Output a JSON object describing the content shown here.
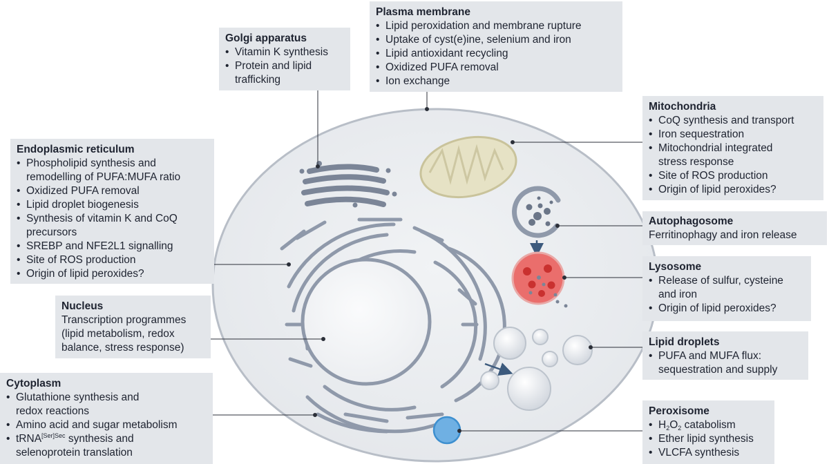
{
  "boxes": {
    "plasma_membrane": {
      "title": "Plasma membrane",
      "items": [
        [
          "Lipid peroxidation and membrane rupture"
        ],
        [
          "Uptake of cyst(e)ine, selenium and iron"
        ],
        [
          "Lipid antioxidant recycling"
        ],
        [
          "Oxidized PUFA removal"
        ],
        [
          "Ion exchange"
        ]
      ]
    },
    "golgi": {
      "title": "Golgi apparatus",
      "items": [
        [
          "Vitamin K synthesis"
        ],
        [
          "Protein and lipid",
          "trafficking"
        ]
      ]
    },
    "mitochondria": {
      "title": "Mitochondria",
      "items": [
        [
          "CoQ synthesis and transport"
        ],
        [
          "Iron sequestration"
        ],
        [
          "Mitochondrial integrated",
          "stress response"
        ],
        [
          "Site of ROS production"
        ],
        [
          "Origin of lipid peroxides?"
        ]
      ]
    },
    "er": {
      "title": "Endoplasmic reticulum",
      "items": [
        [
          "Phospholipid synthesis and",
          "remodelling of PUFA:MUFA ratio"
        ],
        [
          "Oxidized PUFA removal"
        ],
        [
          "Lipid droplet biogenesis"
        ],
        [
          "Synthesis of vitamin K and CoQ",
          "precursors"
        ],
        [
          "SREBP and NFE2L1 signalling"
        ],
        [
          "Site of ROS production"
        ],
        [
          "Origin of lipid peroxides?"
        ]
      ]
    },
    "autophagosome": {
      "title": "Autophagosome",
      "lines": [
        "Ferritinophagy and iron release"
      ]
    },
    "lysosome": {
      "title": "Lysosome",
      "items": [
        [
          "Release of sulfur, cysteine",
          "and iron"
        ],
        [
          "Origin of lipid peroxides?"
        ]
      ]
    },
    "nucleus": {
      "title": "Nucleus",
      "lines": [
        "Transcription programmes",
        "(lipid metabolism, redox",
        "balance, stress response)"
      ]
    },
    "lipid_droplets": {
      "title": "Lipid droplets",
      "items": [
        [
          "PUFA and MUFA flux:",
          "sequestration and supply"
        ]
      ]
    },
    "cytoplasm": {
      "title": "Cytoplasm",
      "items": [
        [
          "Glutathione synthesis and",
          "redox reactions"
        ],
        [
          "Amino acid and sugar metabolism"
        ],
        [
          "tRNA|[Ser]Sec| synthesis and",
          "selenoprotein translation"
        ]
      ]
    },
    "peroxisome": {
      "title": "Peroxisome",
      "items": [
        [
          "H|2|O|2| catabolism"
        ],
        [
          "Ether lipid synthesis"
        ],
        [
          "VLCFA synthesis"
        ]
      ]
    }
  },
  "colors": {
    "box_fill": "#e3e6ea",
    "cell_fill": "#eaecf0",
    "cell_stroke": "#b8bec7",
    "organelle": "#8a94a5",
    "mito_fill": "#e6e2c5",
    "lysosome_fill": "#ea6e6c",
    "peroxisome_fill": "#6fb0e3",
    "leader": "#2b2f38"
  }
}
